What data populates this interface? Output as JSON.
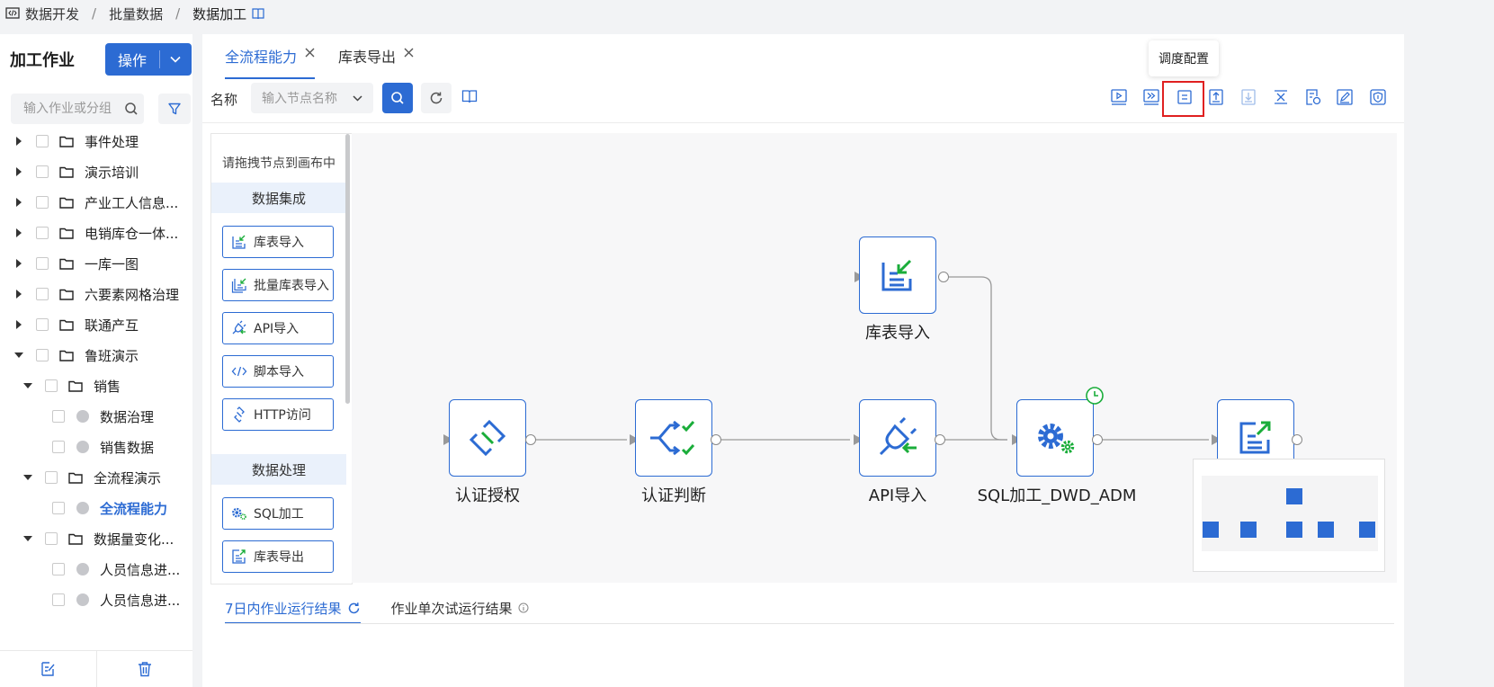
{
  "breadcrumb": {
    "items": [
      "数据开发",
      "批量数据",
      "数据加工"
    ],
    "separator": "/"
  },
  "sidebar": {
    "title": "加工作业",
    "action_button": "操作",
    "search_placeholder": "输入作业或分组",
    "tree": [
      {
        "label": "事件处理",
        "type": "folder",
        "expanded": false
      },
      {
        "label": "演示培训",
        "type": "folder",
        "expanded": false
      },
      {
        "label": "产业工人信息...",
        "type": "folder",
        "expanded": false
      },
      {
        "label": "电销库仓一体...",
        "type": "folder",
        "expanded": false
      },
      {
        "label": "一库一图",
        "type": "folder",
        "expanded": false
      },
      {
        "label": "六要素网格治理",
        "type": "folder",
        "expanded": false
      },
      {
        "label": "联通产互",
        "type": "folder",
        "expanded": false
      },
      {
        "label": "鲁班演示",
        "type": "folder",
        "expanded": true
      },
      {
        "label": "销售",
        "type": "folder",
        "expanded": true
      },
      {
        "label": "数据治理",
        "type": "job"
      },
      {
        "label": "销售数据",
        "type": "job"
      },
      {
        "label": "全流程演示",
        "type": "folder",
        "expanded": true
      },
      {
        "label": "全流程能力",
        "type": "job",
        "active": true
      },
      {
        "label": "数据量变化...",
        "type": "folder",
        "expanded": true
      },
      {
        "label": "人员信息进...",
        "type": "job"
      },
      {
        "label": "人员信息进...",
        "type": "job"
      }
    ]
  },
  "tabs": [
    {
      "label": "全流程能力",
      "active": true
    },
    {
      "label": "库表导出",
      "active": false
    }
  ],
  "toolbar": {
    "name_label": "名称",
    "node_placeholder": "输入节点名称",
    "tooltip": "调度配置",
    "right_icons": [
      "run-icon",
      "run-from-node-icon",
      "schedule-config-icon",
      "upload-icon",
      "download-icon",
      "align-icon",
      "doc-settings-icon",
      "edit-icon",
      "shield-icon"
    ]
  },
  "palette": {
    "hint": "请拖拽节点到画布中",
    "groups": [
      {
        "title": "数据集成",
        "items": [
          "库表导入",
          "批量库表导入",
          "API导入",
          "脚本导入",
          "HTTP访问"
        ]
      },
      {
        "title": "数据处理",
        "items": [
          "SQL加工",
          "库表导出"
        ]
      }
    ]
  },
  "canvas": {
    "nodes": [
      {
        "label": "库表导入",
        "icon": "table-import-icon"
      },
      {
        "label": "认证授权",
        "icon": "link-icon"
      },
      {
        "label": "认证判断",
        "icon": "branch-check-icon"
      },
      {
        "label": "API导入",
        "icon": "plug-icon"
      },
      {
        "label": "SQL加工_DWD_ADM",
        "icon": "gear-icon",
        "scheduled": true
      },
      {
        "label": "",
        "icon": "table-export-icon"
      }
    ]
  },
  "bottom_tabs": [
    {
      "label": "7日内作业运行结果",
      "active": true
    },
    {
      "label": "作业单次试运行结果",
      "active": false
    }
  ],
  "colors": {
    "primary": "#2c6bd3",
    "success": "#1aad3a",
    "highlight": "#e02020"
  }
}
